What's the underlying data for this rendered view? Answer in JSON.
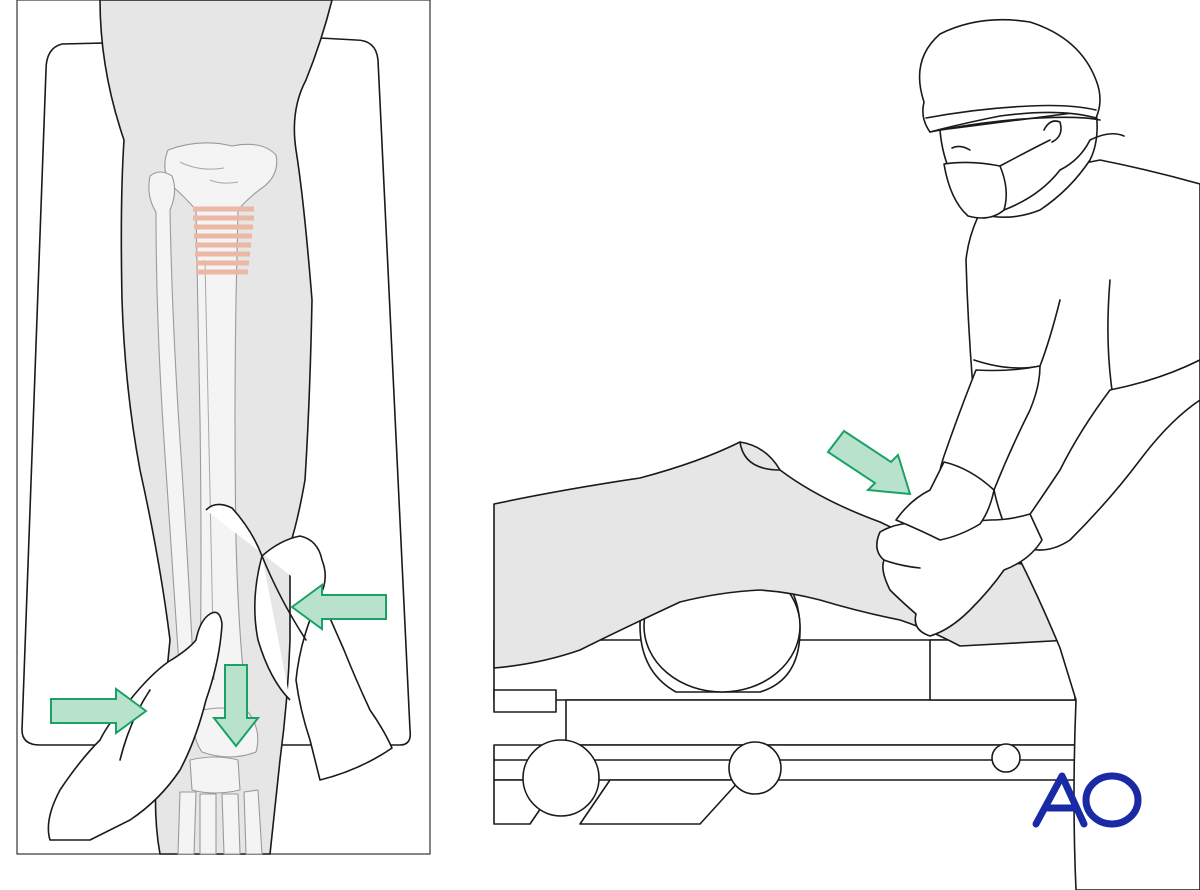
{
  "figure": {
    "logo_text": "AO",
    "colors": {
      "logo": "#1a2aa6",
      "arrow_fill": "#b9e2cd",
      "arrow_stroke": "#1aa266",
      "fracture": "#eab8a4",
      "skin": "#e6e6e6"
    },
    "left_panel": {
      "arrows": [
        {
          "name": "push-left-arrow",
          "direction": "left"
        },
        {
          "name": "push-right-arrow",
          "direction": "right"
        },
        {
          "name": "pull-down-arrow",
          "direction": "down"
        }
      ]
    },
    "right_panel": {
      "arrows": [
        {
          "name": "push-diagonal-arrow",
          "direction": "down-right"
        }
      ]
    }
  }
}
